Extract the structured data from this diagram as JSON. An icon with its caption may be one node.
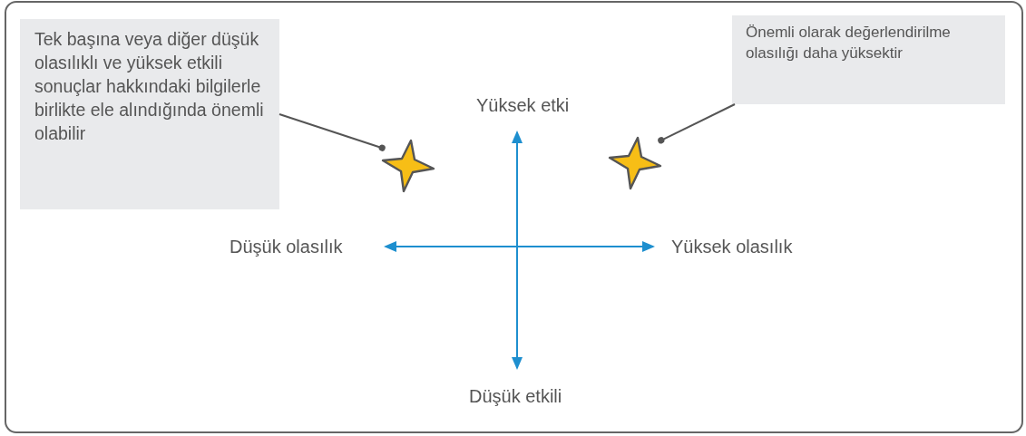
{
  "diagram": {
    "nodes": [
      {
        "text": [
          "Tek başına veya diğer düşük olasılıklı ve yüksek etkili sonuçlar hakkındaki bilgilerle birlikte ele alındığında önemli olabilir"
        ]
      },
      {
        "text": [],
        "shape": "star"
      },
      {
        "text": [
          "Önemli olarak değerlendirilme olasılığı daha yüksektir"
        ]
      },
      {
        "text": [],
        "shape": "star"
      }
    ],
    "edges": [
      {
        "from": 0,
        "to": 1,
        "arrow": "other"
      },
      {
        "from": 2,
        "to": 3,
        "arrow": "other"
      }
    ],
    "labels": [
      "Yüksek etki",
      "Düşük olasılık",
      "Yüksek olasılık",
      "Düşük etkili"
    ]
  }
}
